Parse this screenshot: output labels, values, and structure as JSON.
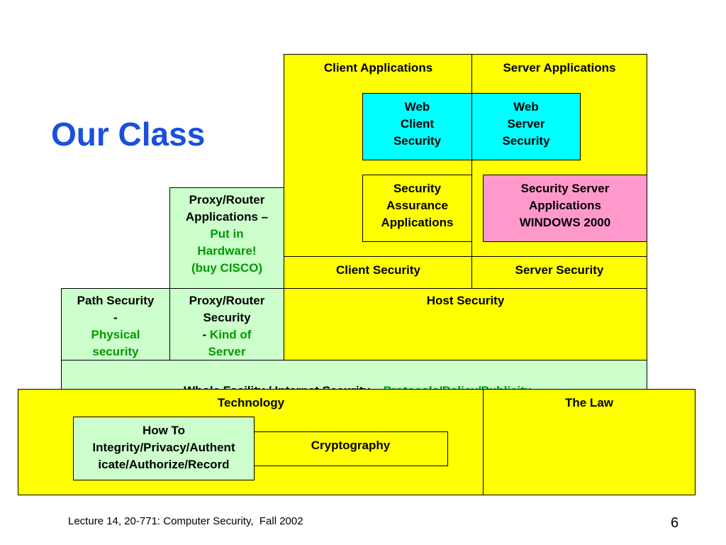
{
  "slide": {
    "title": "Our Class",
    "footer": "Lecture 14, 20-771: Computer Security,  Fall 2002",
    "page_number": "6"
  },
  "diagram": {
    "client_applications": "Client Applications",
    "server_applications": "Server Applications",
    "web_client_security": [
      "Web",
      "Client",
      "Security"
    ],
    "web_server_security": [
      "Web",
      "Server",
      "Security"
    ],
    "security_assurance_applications": [
      "Security",
      "Assurance",
      "Applications"
    ],
    "security_server_applications": [
      "Security Server",
      "Applications",
      "WINDOWS 2000"
    ],
    "proxy_router_applications": {
      "lines": [
        "Proxy/Router",
        "Applications –"
      ],
      "highlight": [
        "Put in",
        "Hardware!",
        "(buy CISCO)"
      ]
    },
    "client_security": "Client Security",
    "server_security": "Server Security",
    "path_security": {
      "lines": [
        "Path Security",
        "-"
      ],
      "highlight": [
        "Physical",
        "security"
      ]
    },
    "proxy_router_security": {
      "lines": [
        "Proxy/Router",
        "Security"
      ],
      "prefix": "- ",
      "highlight_inline": "Kind of",
      "highlight": [
        "Server"
      ]
    },
    "host_security": "Host Security",
    "whole_facility": {
      "label": "Whole Facility / Internet Security – ",
      "highlight": "Protocols/Policy/Publicity"
    },
    "technology": "Technology",
    "the_law": "The Law",
    "how_to": [
      "How To",
      "Integrity/Privacy/Authent",
      "icate/Authorize/Record"
    ],
    "cryptography": "Cryptography"
  },
  "colors": {
    "title": "#1a4fe0",
    "yellow": "#ffff00",
    "light_green": "#ccffcc",
    "cyan": "#00ffff",
    "pink": "#ff99cc",
    "green_text": "#009900"
  }
}
